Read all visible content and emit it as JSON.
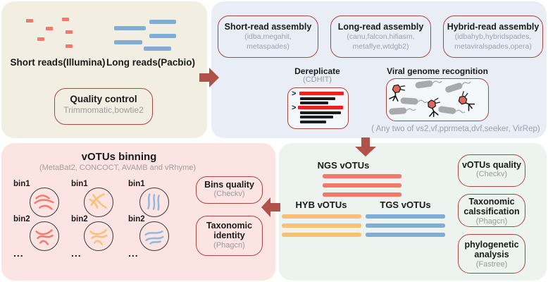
{
  "colors": {
    "panel_input_bg": "#f3eee2",
    "panel_assembly_bg": "#e9eef6",
    "panel_binning_bg": "#fbe4e2",
    "panel_votus_bg": "#edf3ee",
    "box_border": "#a8473f",
    "arrow": "#b0514a",
    "short_read_color": "#f4796b",
    "long_read_color": "#7fadd6",
    "hybrid_color": "#f9c078",
    "dereplicate_red": "#e8231e",
    "dereplicate_black": "#1c1c1c",
    "bacteria_gray": "#a9a9a9",
    "gray_text": "#9b9b9b"
  },
  "input_panel": {
    "short_reads_label": "Short reads(Illumina)",
    "long_reads_label": "Long reads(Pacbio)",
    "quality_box": {
      "title": "Quality control",
      "tools": "Trimmomatic,bowtie2"
    }
  },
  "assembly_panel": {
    "boxes": [
      {
        "title": "Short-read assembly",
        "tools": "(idba,megahit, metaspades)"
      },
      {
        "title": "Long-read assembly",
        "tools": "(canu,falcon,hifiasm, metaflye,wtdgb2)"
      },
      {
        "title": "Hybrid-read assembly",
        "tools": "(idbahyb,hybridspades, metaviralspades,opera)"
      }
    ],
    "dereplicate": {
      "title": "Dereplicate",
      "tool": "(CDHIT)",
      "marker": ">"
    },
    "viral_recognition": {
      "title": "Viral genome recognition"
    },
    "note": "( Any two of vs2,vf,pprmeta,dvf,seeker, VirRep)"
  },
  "votus_panel": {
    "ngs_label": "NGS vOTUs",
    "hyb_label": "HYB vOTUs",
    "tgs_label": "TGS vOTUs",
    "boxes": [
      {
        "title": "vOTUs quality",
        "tool": "(Checkv)"
      },
      {
        "title": "Taxonomic calssification",
        "tool": "(Phagcn)"
      },
      {
        "title": "phylogenetic analysis",
        "tool": "(Fastree)"
      }
    ]
  },
  "binning_panel": {
    "title": "vOTUs binning",
    "subtitle": "(MetaBat2, CONCOCT, AVAMB and vRhyme)",
    "row1_label": "bin1",
    "row2_label": "bin2",
    "ellipsis": "...",
    "boxes": [
      {
        "title": "Bins quality",
        "tool": "(Checkv)"
      },
      {
        "title": "Taxonomic identity",
        "tool": "(Phagcn)"
      }
    ]
  }
}
